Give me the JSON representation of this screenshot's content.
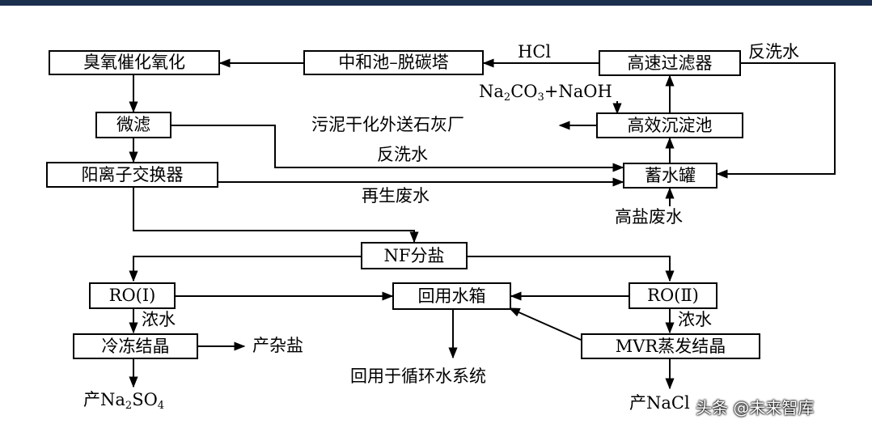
{
  "nodes": {
    "ozone": "臭氧催化氧化",
    "neutral": "中和池–脱碳塔",
    "highfilter": "高速过滤器",
    "micro": "微滤",
    "sediment": "高效沉淀池",
    "ionex": "阳离子交换器",
    "tank": "蓄水罐",
    "nf": "NF分盐",
    "ro1": "RO(Ⅰ)",
    "reuse": "回用水箱",
    "ro2": "RO(Ⅱ)",
    "freeze": "冷冻结晶",
    "mvr": "MVR蒸发结晶"
  },
  "labels": {
    "hcl": "HCl",
    "backwash1": "反洗水",
    "sludge": "污泥干化外送石灰厂",
    "backwash2": "反洗水",
    "regen": "再生废水",
    "highsalt": "高盐废水",
    "conc1": "浓水",
    "conc2": "浓水",
    "misc_salt": "产杂盐",
    "circ": "回用于循环水系统"
  },
  "formulas": {
    "na2co3": {
      "p1": "Na",
      "s1": "2",
      "p2": "CO",
      "s2": "3",
      "p3": "+NaOH"
    },
    "na2so4": {
      "p1": "产Na",
      "s1": "2",
      "p2": "SO",
      "s2": "4"
    },
    "nacl": {
      "p1": "产NaCl"
    }
  },
  "watermark": "头条 @未来智库",
  "colors": {
    "topbar": "#1b2f4f",
    "line": "#000000"
  }
}
